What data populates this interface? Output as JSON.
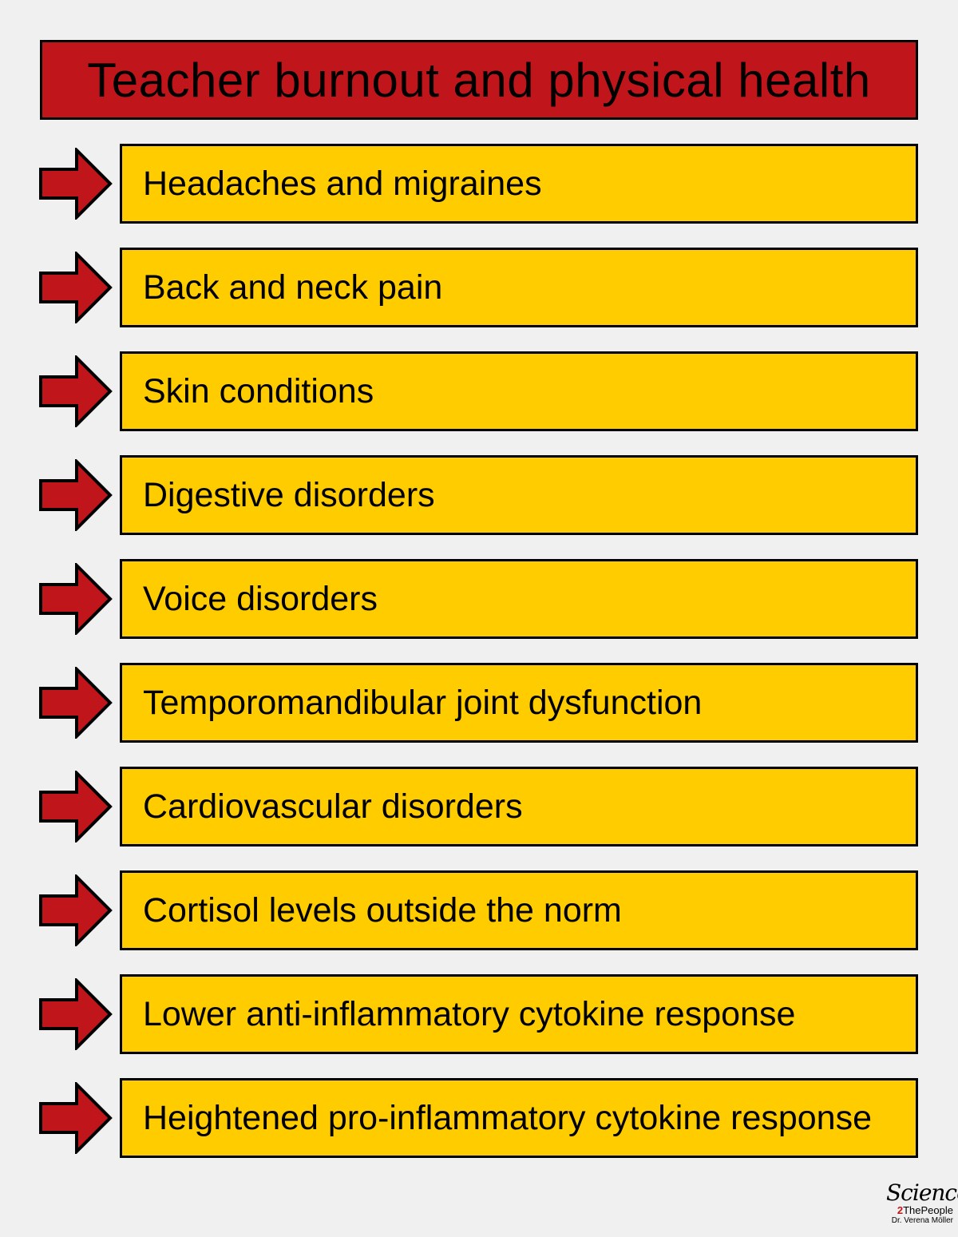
{
  "title": "Teacher burnout and physical health",
  "items": [
    {
      "label": "Headaches and migraines"
    },
    {
      "label": "Back and neck pain"
    },
    {
      "label": "Skin conditions"
    },
    {
      "label": "Digestive disorders"
    },
    {
      "label": "Voice disorders"
    },
    {
      "label": "Temporomandibular joint dysfunction"
    },
    {
      "label": "Cardiovascular disorders"
    },
    {
      "label": "Cortisol levels outside the norm"
    },
    {
      "label": "Lower anti-inflammatory cytokine response"
    },
    {
      "label": "Heightened pro-inflammatory cytokine response"
    }
  ],
  "logo": {
    "script": "Science",
    "two": "2",
    "brand": "ThePeople",
    "author": "Dr. Verena Möller"
  },
  "colors": {
    "background": "#f0f0f0",
    "title_fill": "#c0161b",
    "item_fill": "#ffcc00",
    "arrow_fill": "#c0161b",
    "border": "#000000"
  },
  "icons": {
    "arrow": "right-arrow-icon"
  }
}
